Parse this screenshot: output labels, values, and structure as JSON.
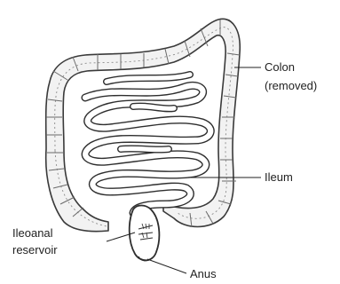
{
  "labels": {
    "colon_line1": "Colon",
    "colon_line2": "(removed)",
    "ileum": "Ileum",
    "reservoir_line1": "Ileoanal",
    "reservoir_line2": "reservoir",
    "anus": "Anus"
  }
}
